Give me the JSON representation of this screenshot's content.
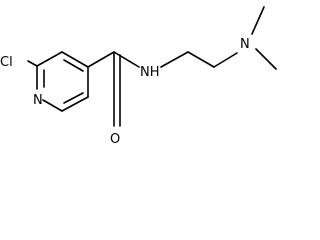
{
  "molecule": {
    "atoms": {
      "cl": {
        "label": "Cl"
      },
      "n_ring": {
        "label": "N"
      },
      "nh": {
        "label": "NH"
      },
      "n_amine": {
        "label": "N"
      },
      "o": {
        "label": "O"
      }
    },
    "colors": {
      "bond": "#000000",
      "text": "#000000",
      "background": "#ffffff"
    }
  }
}
